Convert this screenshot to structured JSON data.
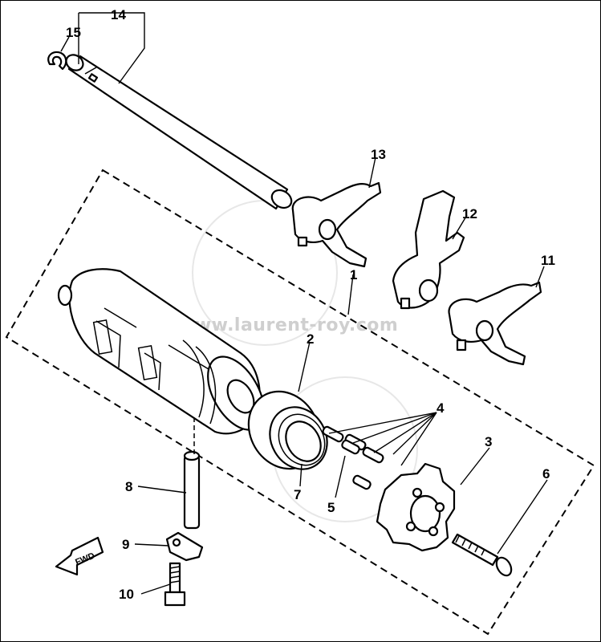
{
  "watermark": "www.laurent-roy.com",
  "direction_label": "FWD",
  "callouts": {
    "c1": "1",
    "c2": "2",
    "c3": "3",
    "c4": "4",
    "c5": "5",
    "c6": "6",
    "c7": "7",
    "c8": "8",
    "c9": "9",
    "c10": "10",
    "c11": "11",
    "c12": "12",
    "c13": "13",
    "c14": "14",
    "c15": "15"
  }
}
